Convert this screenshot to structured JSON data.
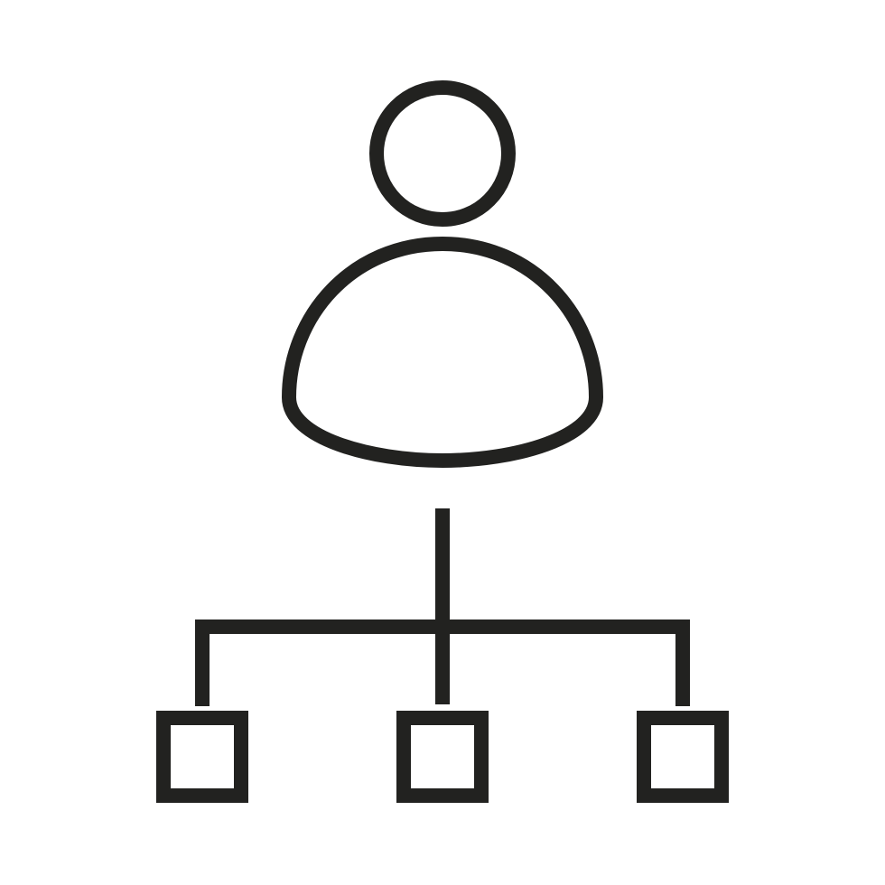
{
  "icon": {
    "name": "user-hierarchy-icon",
    "stroke_color": "#222220",
    "background_color": "#ffffff",
    "parts": {
      "person": "user-icon",
      "connector": "tree-connector-icon",
      "children": [
        "child-node-left",
        "child-node-center",
        "child-node-right"
      ]
    }
  }
}
